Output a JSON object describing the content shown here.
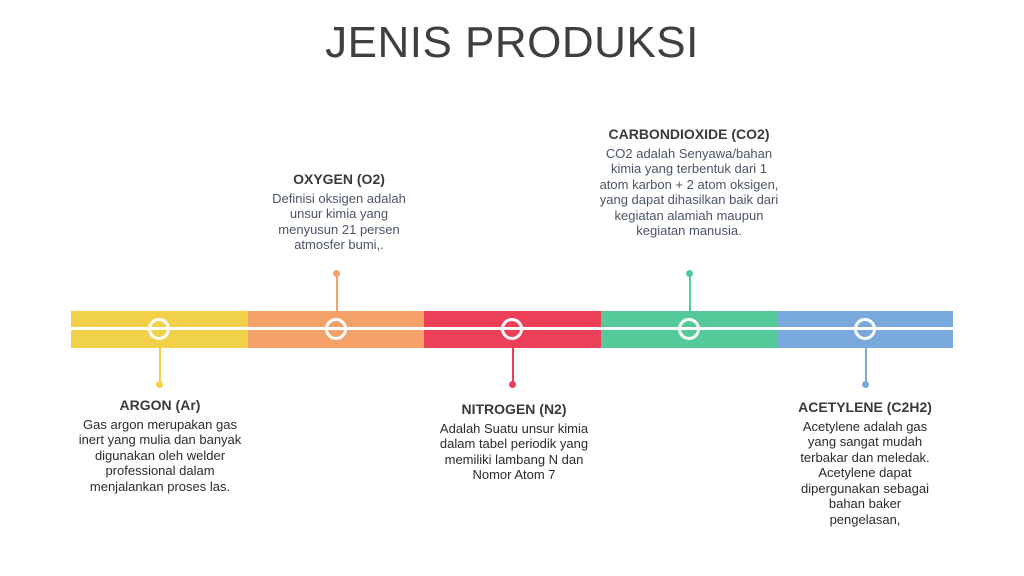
{
  "title": "JENIS PRODUKSI",
  "colors": {
    "yellow": "#F2D14A",
    "orange": "#F4A169",
    "red": "#EC4059",
    "green": "#54C99A",
    "blue": "#79A8DD"
  },
  "items": [
    {
      "heading": "ARGON (Ar)",
      "text": "Gas argon merupakan gas inert yang mulia dan banyak digunakan oleh welder professional dalam menjalankan proses las."
    },
    {
      "heading": "OXYGEN (O2)",
      "text": "Definisi oksigen adalah unsur kimia yang menyusun 21 persen atmosfer bumi,."
    },
    {
      "heading": "NITROGEN (N2)",
      "text": "Adalah Suatu unsur kimia dalam tabel periodik yang memiliki lambang N dan Nomor Atom 7"
    },
    {
      "heading": "CARBONDIOXIDE (CO2)",
      "text": "CO2 adalah Senyawa/bahan kimia yang terbentuk dari 1 atom karbon + 2 atom oksigen, yang dapat dihasilkan baik dari kegiatan alamiah maupun kegiatan manusia."
    },
    {
      "heading": "ACETYLENE (C2H2)",
      "text": "Acetylene adalah gas yang sangat mudah terbakar dan meledak. Acetylene dapat dipergunakan sebagai bahan baker pengelasan,"
    }
  ]
}
